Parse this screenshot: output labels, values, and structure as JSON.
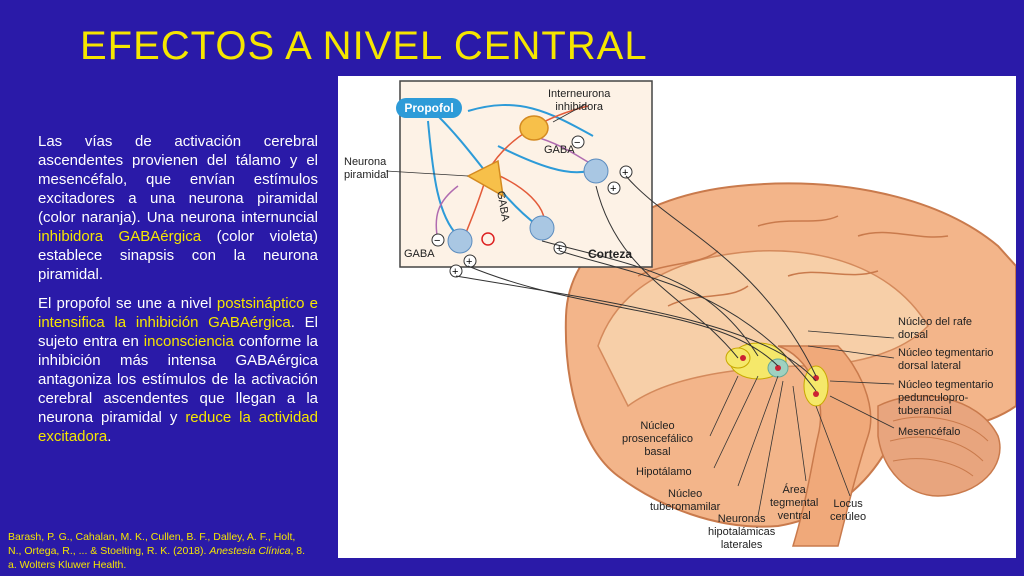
{
  "title": "EFECTOS A NIVEL CENTRAL",
  "paragraph1": {
    "part1": "Las vías de activación cerebral ascendentes provienen del tálamo y el mesencéfalo, que envían estímulos excitadores a una neurona piramidal (color naranja). Una neurona internuncial ",
    "highlight1": "inhibidora GABAérgica",
    "part2": " (color violeta) establece sinapsis con la neurona piramidal."
  },
  "paragraph2": {
    "part1": "El propofol se une a nivel ",
    "highlight1": "postsináptico e intensifica la inhibición GABAérgica",
    "part2": ". El sujeto entra en ",
    "highlight2": "inconsciencia",
    "part3": " conforme la inhibición más intensa GABAérgica antagoniza los estímulos de la activación cerebral ascendentes que llegan a la neurona piramidal y ",
    "highlight3": "reduce la actividad excitadora",
    "part4": "."
  },
  "citation": {
    "authors": "Barash, P. G., Cahalan, M. K., Cullen, B. F., Dalley, A. F., Holt, N., Ortega, R., ... & Stoelting, R. K. (2018).",
    "book": "Anestesia Clínica",
    "rest": ", 8. a. Wolters Kluwer Health."
  },
  "figure": {
    "propofol": "Propofol",
    "interneurona": "Interneurona\ninhibidora",
    "neurona_piramidal": "Neurona\npiramidal",
    "gaba1": "GABA",
    "gaba2": "GABA",
    "gaba3": "GABA",
    "corteza": "Corteza",
    "nucleo_rafe": "Núcleo del rafe\ndorsal",
    "nucleo_tegmentario_dorsal": "Núcleo tegmentario\ndorsal lateral",
    "nucleo_tegmentario_ped": "Núcleo tegmentario\npedunculopro-\ntuberancial",
    "mesencefalo": "Mesencéfalo",
    "nucleo_prosencefalico": "Núcleo\nprosencefálico\nbasal",
    "hipotalamo": "Hipotálamo",
    "nucleo_tuberomamilar": "Núcleo\ntuberomamilar",
    "neuronas_hipotalamicas": "Neuronas\nhipotalámicas\nlaterales",
    "area_tegmental": "Área\ntegmental\nventral",
    "locus_ceruleo": "Locus\ncerúleo"
  }
}
